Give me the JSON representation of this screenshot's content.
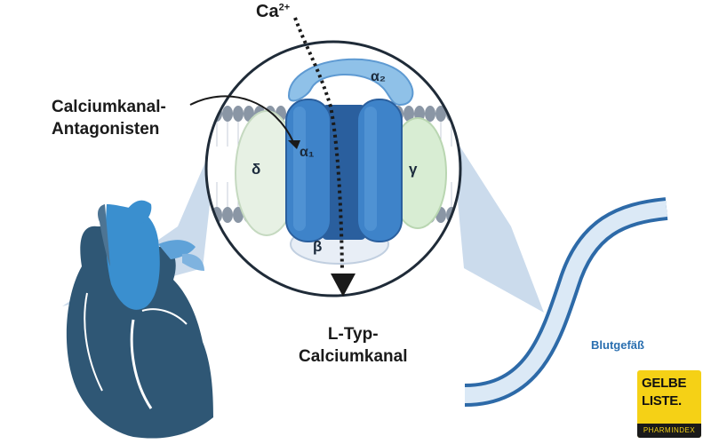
{
  "labels": {
    "calcium_ion": "Ca",
    "calcium_charge": "2+",
    "antagonist_line1": "Calciumkanal-",
    "antagonist_line2": "Antagonisten",
    "channel_line1": "L-Typ-",
    "channel_line2": "Calciumkanal",
    "vessel": "Blutgefäß",
    "subunit_alpha1": "α₁",
    "subunit_alpha2": "α₂",
    "subunit_beta": "β",
    "subunit_delta": "δ",
    "subunit_gamma": "γ"
  },
  "logo": {
    "line1": "GELBE",
    "line2": "LISTE.",
    "subtitle": "PHARMINDEX"
  },
  "colors": {
    "heart_dark": "#2f5775",
    "heart_light": "#3a8fcf",
    "channel_blue": "#3e83c9",
    "channel_dark": "#2a5f9e",
    "lipid": "#8a96a5",
    "vessel_border": "#2d6aa8",
    "vessel_fill": "#dbe9f6",
    "logo_yellow": "#f5d116"
  }
}
